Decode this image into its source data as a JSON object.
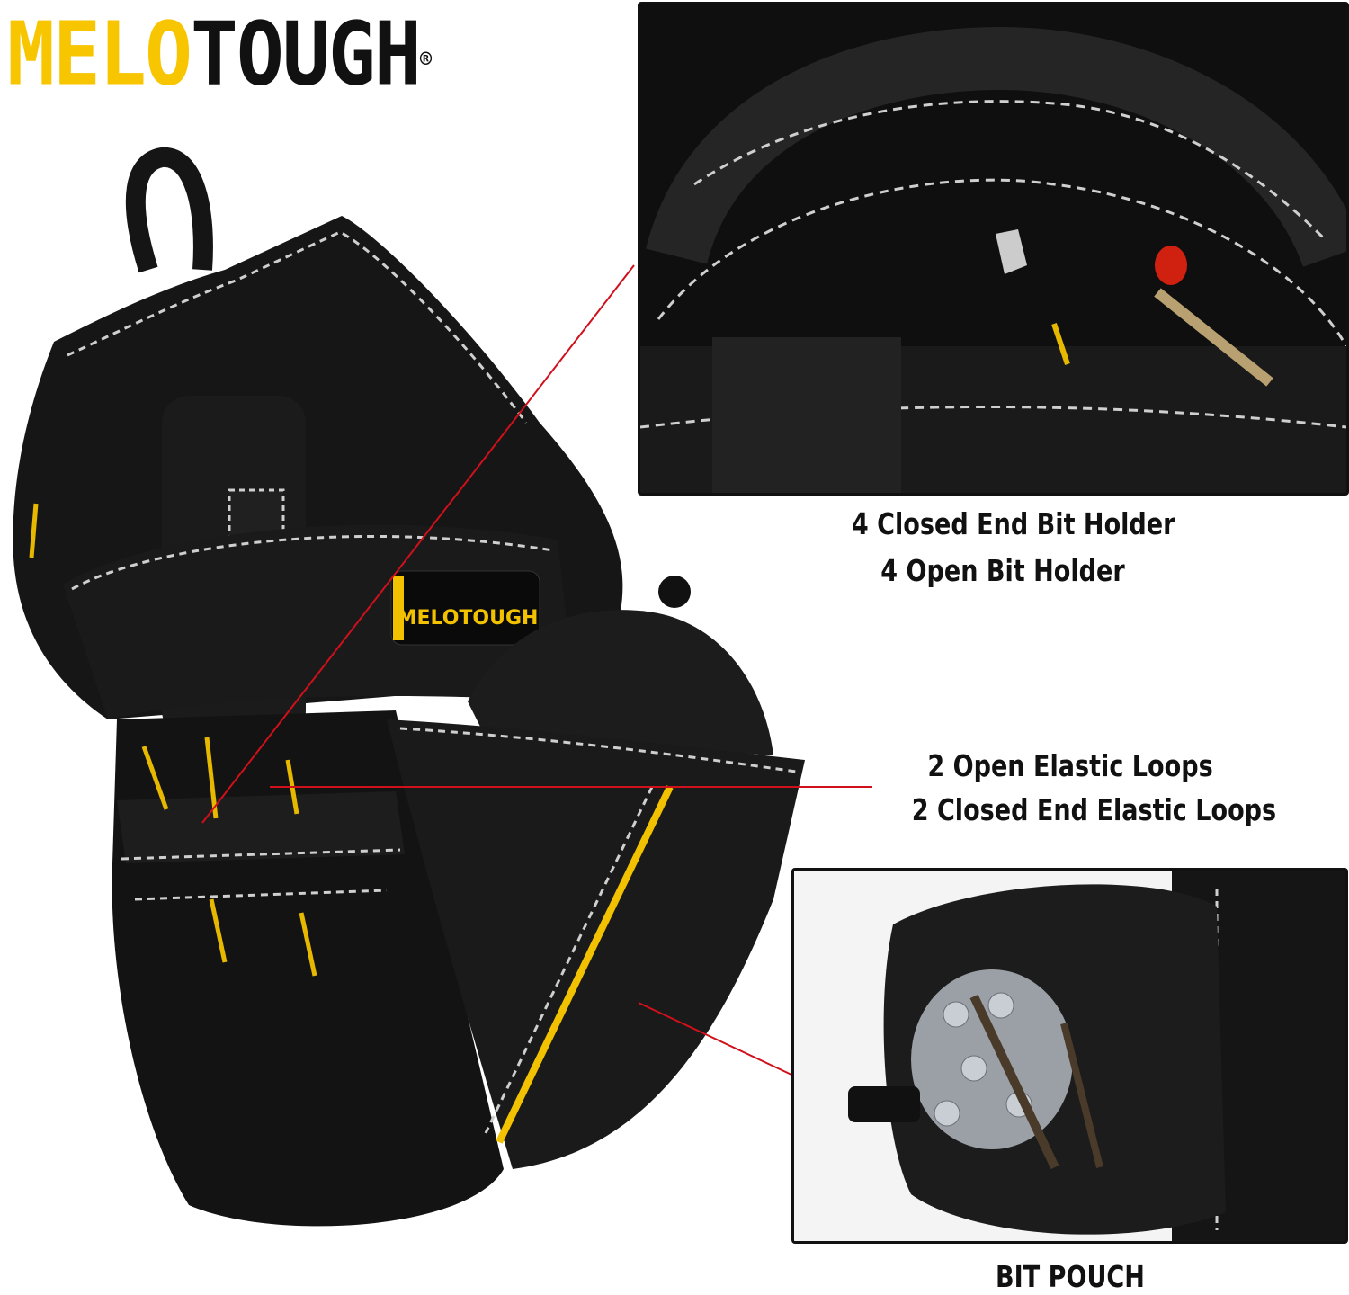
{
  "brand": {
    "part1": "MELO",
    "part2": "TOUGH",
    "registered": "®",
    "color_yellow": "#f7c600",
    "color_black": "#111111"
  },
  "product_badge": "MELOTOUGH",
  "callouts": {
    "bit_holder": [
      "4 Closed End Bit Holder",
      "4 Open Bit Holder"
    ],
    "elastic_loops": [
      "2 Open Elastic Loops",
      "2 Closed End Elastic Loops"
    ],
    "pouch": "BIT POUCH"
  },
  "colors": {
    "leader_line": "#d0101a",
    "stitch": "#d8d8d8",
    "accent": "#f2c200",
    "fabric": "#141414"
  }
}
